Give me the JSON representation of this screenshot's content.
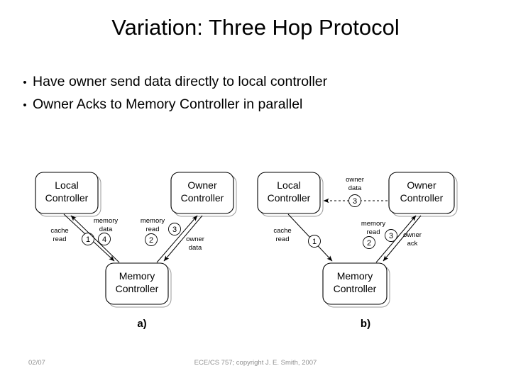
{
  "slide": {
    "title": "Variation: Three Hop Protocol",
    "bullet_marker": "•",
    "bullets": [
      "Have owner send data directly to local controller",
      "Owner Acks to Memory Controller in parallel"
    ]
  },
  "footer": {
    "date": "02/07",
    "credit": "ECE/CS 757; copyright J. E. Smith, 2007"
  },
  "diagram": {
    "panel_a": {
      "caption": "a)",
      "nodes": {
        "local": {
          "line1": "Local",
          "line2": "Controller"
        },
        "owner": {
          "line1": "Owner",
          "line2": "Controller"
        },
        "memory": {
          "line1": "Memory",
          "line2": "Controller"
        }
      },
      "edges": [
        {
          "label_line1": "cache",
          "label_line2": "read",
          "number": "1",
          "from": "local",
          "to": "memory",
          "style": "solid"
        },
        {
          "label_line1": "memory",
          "label_line2": "data",
          "number": "4",
          "from": "memory",
          "to": "local",
          "style": "solid"
        },
        {
          "label_line1": "memory",
          "label_line2": "read",
          "number": "2",
          "from": "memory",
          "to": "owner",
          "style": "solid"
        },
        {
          "label_line1": "owner",
          "label_line2": "data",
          "number": "3",
          "from": "owner",
          "to": "memory",
          "style": "solid"
        }
      ]
    },
    "panel_b": {
      "caption": "b)",
      "nodes": {
        "local": {
          "line1": "Local",
          "line2": "Controller"
        },
        "owner": {
          "line1": "Owner",
          "line2": "Controller"
        },
        "memory": {
          "line1": "Memory",
          "line2": "Controller"
        }
      },
      "edges": [
        {
          "label_line1": "owner",
          "label_line2": "data",
          "number": "3",
          "from": "owner",
          "to": "local",
          "style": "dashed"
        },
        {
          "label_line1": "cache",
          "label_line2": "read",
          "number": "1",
          "from": "local",
          "to": "memory",
          "style": "solid"
        },
        {
          "label_line1": "memory",
          "label_line2": "read",
          "number": "2",
          "from": "memory",
          "to": "owner",
          "style": "solid"
        },
        {
          "label_line1": "owner",
          "label_line2": "ack",
          "number": "3",
          "from": "owner",
          "to": "memory",
          "style": "solid"
        }
      ]
    }
  },
  "colors": {
    "text": "#000000",
    "footer_text": "#8f8f8f",
    "background": "#ffffff",
    "box_stroke": "#000000",
    "box_shadow": "#9a9a9a"
  }
}
